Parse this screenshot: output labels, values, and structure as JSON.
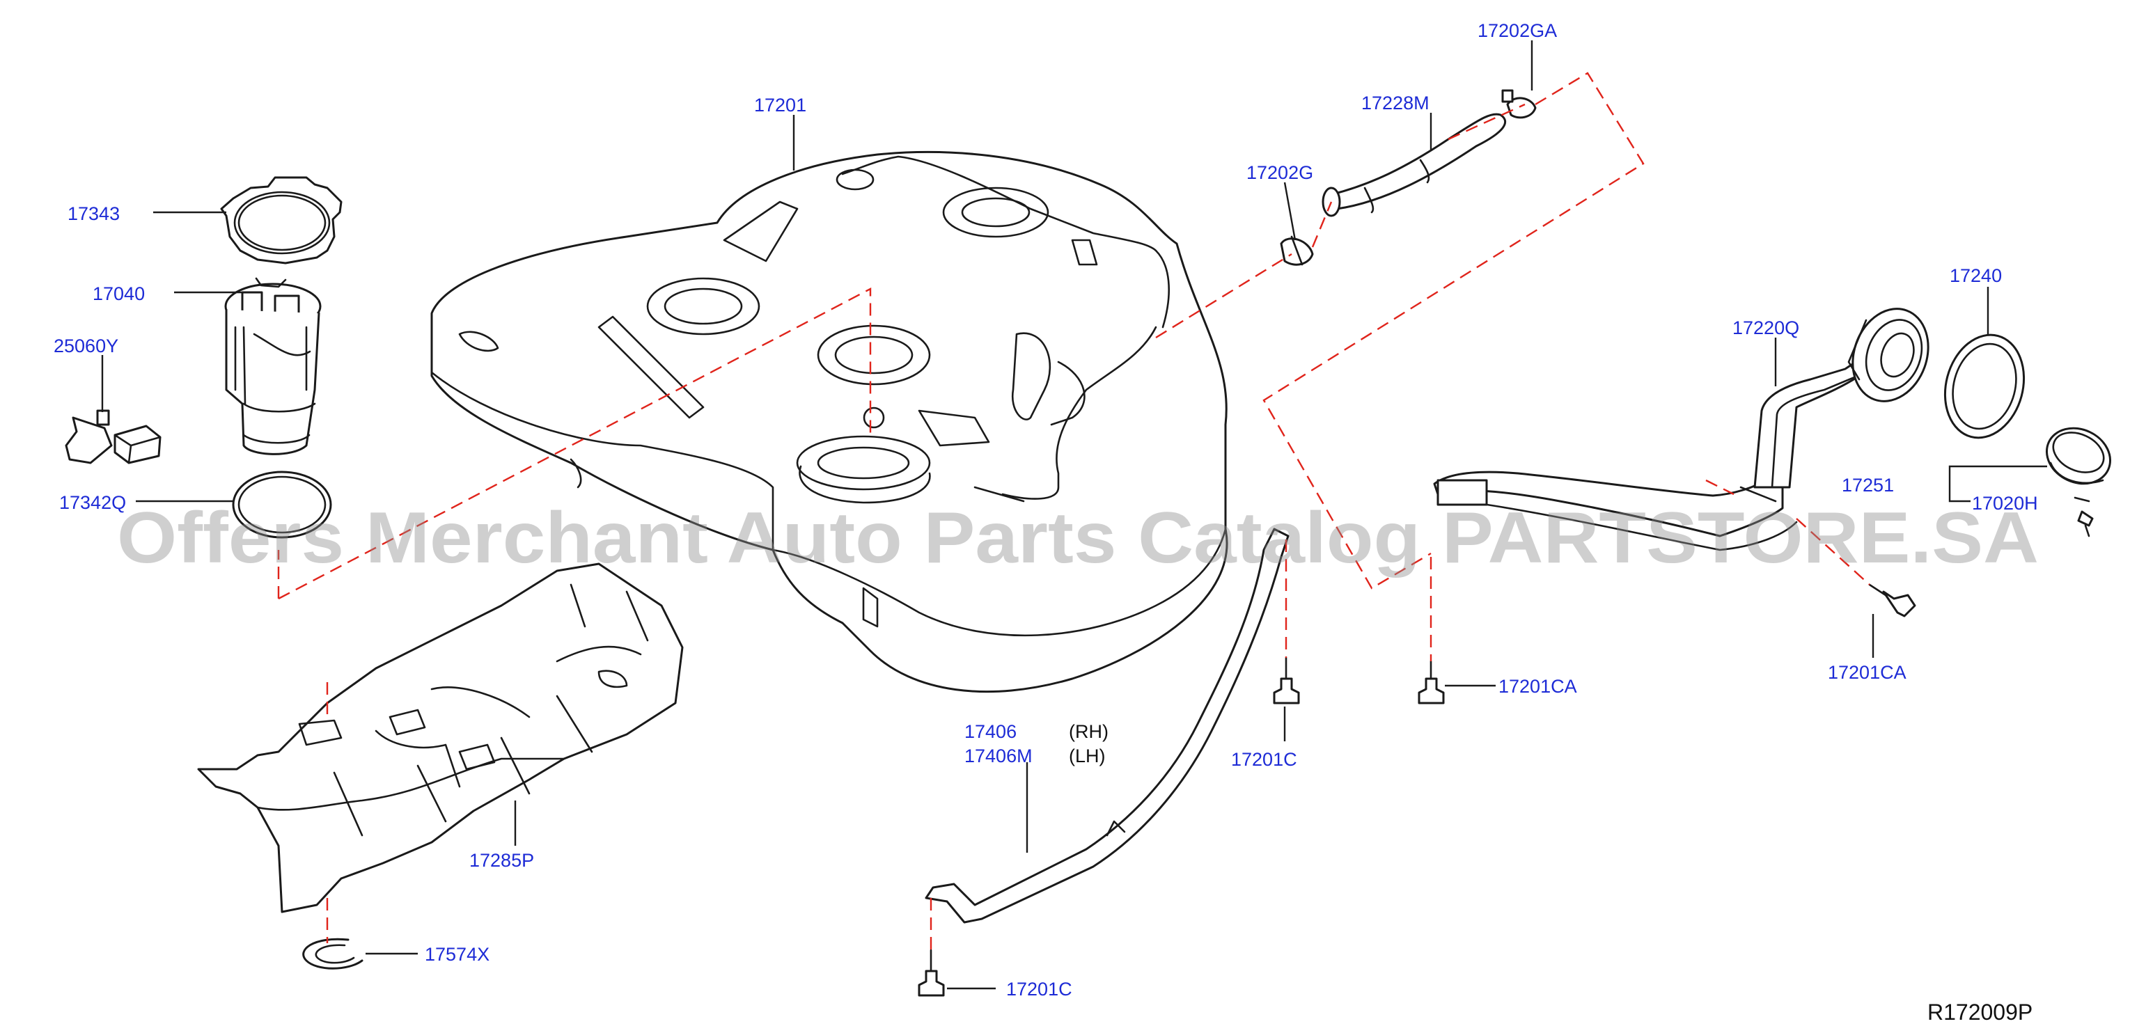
{
  "watermark": "Offers Merchant Auto Parts Catalog PARTSTORE.SA",
  "reference_code": "R172009P",
  "colors": {
    "callout": "#1d2bd6",
    "dashed_line": "#e0241b",
    "artwork": "#1a1a1a",
    "watermark": "#8c8c8c"
  },
  "callouts": {
    "c17201": "17201",
    "c17343": "17343",
    "c17040": "17040",
    "c25060Y": "25060Y",
    "c17342Q": "17342Q",
    "c17202GA": "17202GA",
    "c17228M": "17228M",
    "c17202G": "17202G",
    "c17240": "17240",
    "c17220Q": "17220Q",
    "c17251": "17251",
    "c17020H": "17020H",
    "c17201CA_left": "17201CA",
    "c17201CA_right": "17201CA",
    "c17406": "17406",
    "c17406M": "17406M",
    "c17201C_mid": "17201C",
    "c17201C_bottom": "17201C",
    "c17285P": "17285P",
    "c17574X": "17574X"
  },
  "notes": {
    "rh": "(RH)",
    "lh": "(LH)"
  }
}
